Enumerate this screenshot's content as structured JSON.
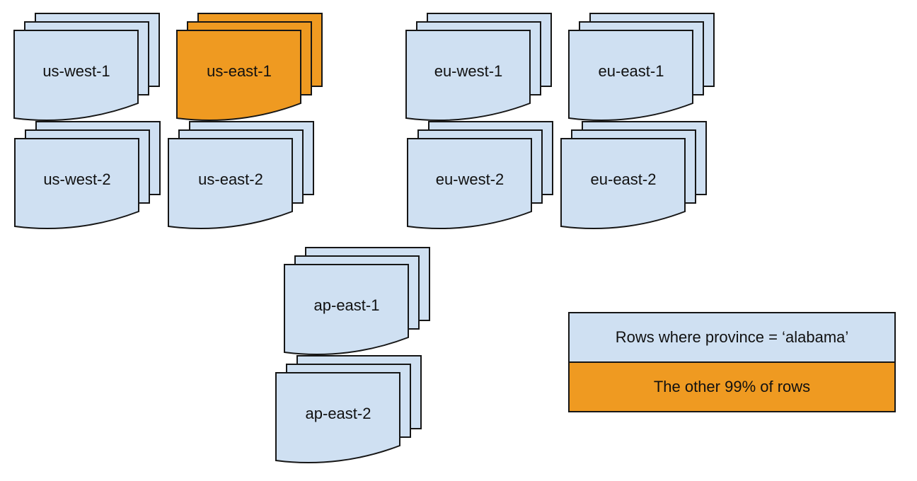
{
  "diagram": {
    "stacks": [
      {
        "id": "us-west-1",
        "label": "us-west-1",
        "color": "blue"
      },
      {
        "id": "us-east-1",
        "label": "us-east-1",
        "color": "orange"
      },
      {
        "id": "eu-west-1",
        "label": "eu-west-1",
        "color": "blue"
      },
      {
        "id": "eu-east-1",
        "label": "eu-east-1",
        "color": "blue"
      },
      {
        "id": "us-west-2",
        "label": "us-west-2",
        "color": "blue"
      },
      {
        "id": "us-east-2",
        "label": "us-east-2",
        "color": "blue"
      },
      {
        "id": "eu-west-2",
        "label": "eu-west-2",
        "color": "blue"
      },
      {
        "id": "eu-east-2",
        "label": "eu-east-2",
        "color": "blue"
      },
      {
        "id": "ap-east-1",
        "label": "ap-east-1",
        "color": "blue"
      },
      {
        "id": "ap-east-2",
        "label": "ap-east-2",
        "color": "blue"
      }
    ]
  },
  "legend": {
    "rows": [
      {
        "id": "alabama-rows",
        "label": "Rows where province = ‘alabama’",
        "color": "blue"
      },
      {
        "id": "other-rows",
        "label": "The other 99% of rows",
        "color": "orange"
      }
    ]
  },
  "palette": {
    "blue": "#cfe0f2",
    "orange": "#ef9a21",
    "stroke": "#161616",
    "text": "#111111",
    "background": "#ffffff"
  }
}
